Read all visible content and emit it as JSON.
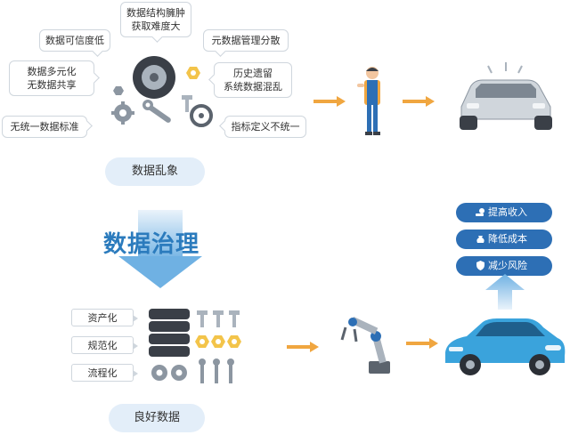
{
  "chaos": {
    "bubbles": [
      "数据结构臃肿\n获取难度大",
      "数据可信度低",
      "元数据管理分散",
      "数据多元化\n无数据共享",
      "历史遗留\n系统数据混乱",
      "无统一数据标准",
      "指标定义不统一"
    ],
    "label": "数据乱象"
  },
  "governance": {
    "title": "数据治理"
  },
  "standardize": {
    "items": [
      "资产化",
      "规范化",
      "流程化"
    ],
    "label": "良好数据"
  },
  "benefits": [
    "提高收入",
    "降低成本",
    "减少风险"
  ],
  "colors": {
    "accent": "#2b7bbd",
    "pill": "#e3eef9",
    "arrow": "#f0a640",
    "benefit_bg": "#2d6fb5",
    "car_new": "#3aa3dc",
    "car_old": "#d0d6dc"
  },
  "icons": [
    "tire-icon",
    "wrench-icon",
    "gear-icon",
    "screw-icon",
    "nut-icon",
    "mechanic-icon",
    "robot-arm-icon",
    "car-icon",
    "money-bag-icon",
    "shield-icon",
    "hand-money-icon"
  ]
}
